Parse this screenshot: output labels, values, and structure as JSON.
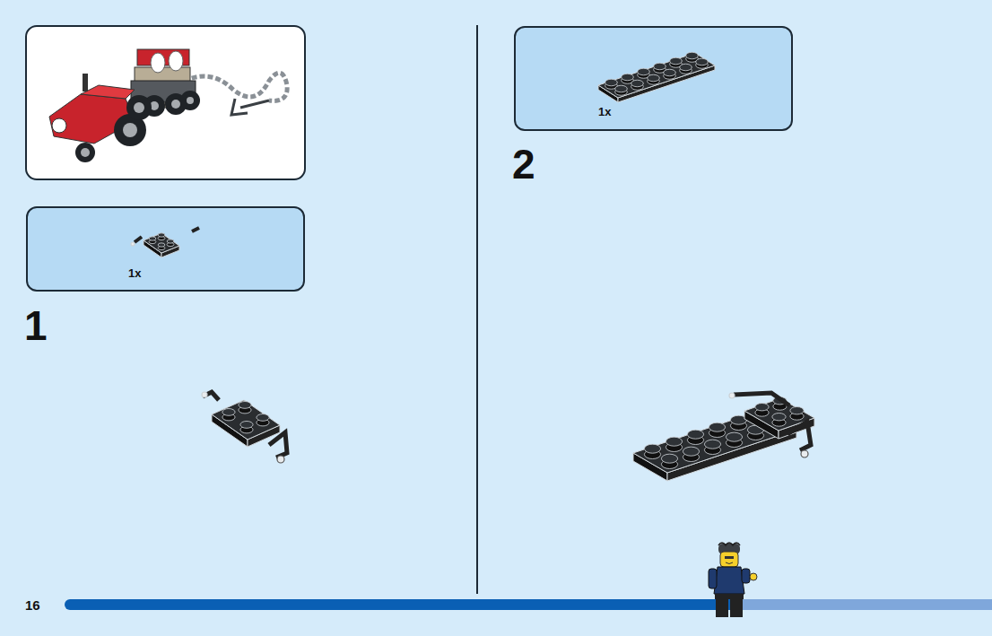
{
  "diagram": {
    "nodes": [
      {
        "text": [
          "1x"
        ]
      },
      {
        "text": [
          "1x"
        ]
      }
    ],
    "labels": [
      "1",
      "2",
      "16"
    ]
  }
}
